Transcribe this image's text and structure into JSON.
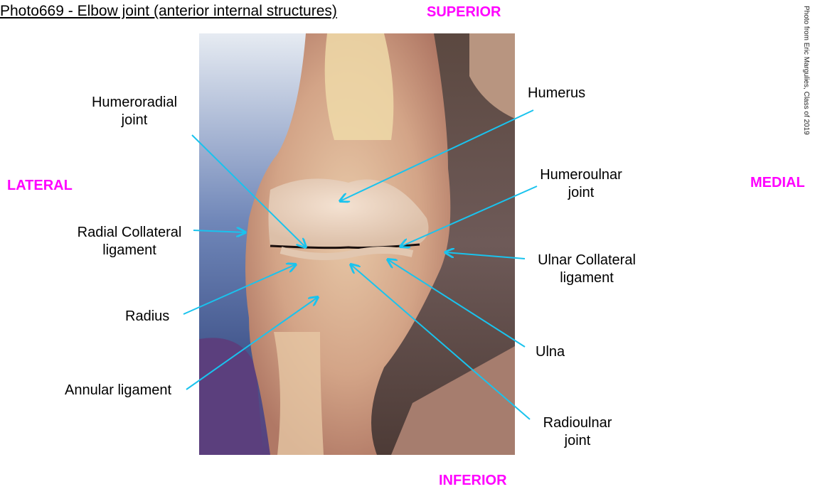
{
  "title": "Photo669 - Elbow joint (anterior internal structures)",
  "credit": "Photo from Eric Margulies, Class of 2019",
  "orientation": {
    "superior": "SUPERIOR",
    "inferior": "INFERIOR",
    "lateral": "LATERAL",
    "medial": "MEDIAL"
  },
  "labels": {
    "humeroradial_joint": [
      "Humeroradial",
      "joint"
    ],
    "humerus": [
      "Humerus"
    ],
    "humeroulnar_joint": [
      "Humeroulnar",
      "joint"
    ],
    "radial_collateral_ligament": [
      "Radial Collateral",
      "ligament"
    ],
    "ulnar_collateral_ligament": [
      "Ulnar Collateral",
      "ligament"
    ],
    "radius": [
      "Radius"
    ],
    "ulna": [
      "Ulna"
    ],
    "annular_ligament": [
      "Annular ligament"
    ],
    "radioulnar_joint": [
      "Radioulnar",
      "joint"
    ]
  },
  "colors": {
    "orientation_text": "#ff00ff",
    "leader_line": "#19c3ee"
  }
}
